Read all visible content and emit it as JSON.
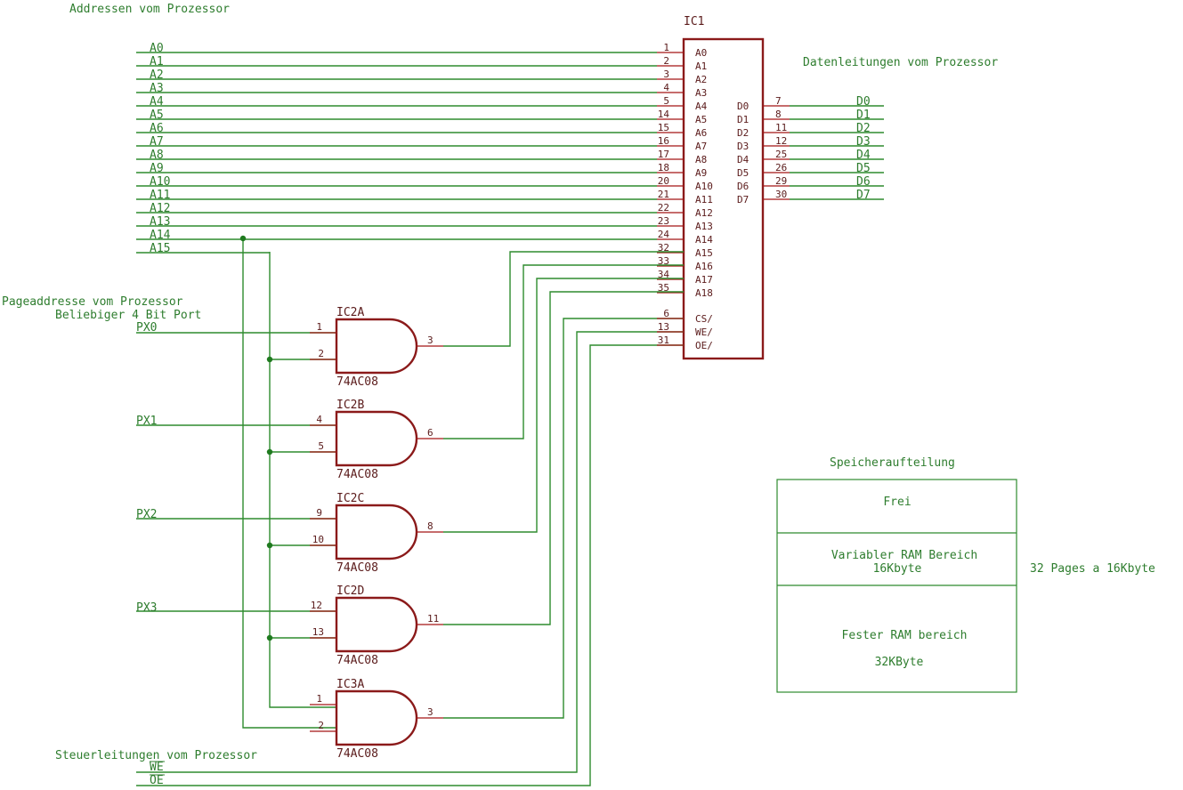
{
  "headings": {
    "addresses": "Addressen vom Prozessor",
    "data_lines": "Datenleitungen vom Prozessor",
    "page_address": "Pageaddresse vom Prozessor",
    "page_port": "Beliebiger 4 Bit Port",
    "control_lines": "Steuerleitungen vom Prozessor"
  },
  "ic1": {
    "name": "IC1",
    "address_pins": [
      {
        "pin": "1",
        "label": "A0"
      },
      {
        "pin": "2",
        "label": "A1"
      },
      {
        "pin": "3",
        "label": "A2"
      },
      {
        "pin": "4",
        "label": "A3"
      },
      {
        "pin": "5",
        "label": "A4"
      },
      {
        "pin": "14",
        "label": "A5"
      },
      {
        "pin": "15",
        "label": "A6"
      },
      {
        "pin": "16",
        "label": "A7"
      },
      {
        "pin": "17",
        "label": "A8"
      },
      {
        "pin": "18",
        "label": "A9"
      },
      {
        "pin": "20",
        "label": "A10"
      },
      {
        "pin": "21",
        "label": "A11"
      },
      {
        "pin": "22",
        "label": "A12"
      },
      {
        "pin": "23",
        "label": "A13"
      },
      {
        "pin": "24",
        "label": "A14"
      },
      {
        "pin": "32",
        "label": "A15"
      },
      {
        "pin": "33",
        "label": "A16"
      },
      {
        "pin": "34",
        "label": "A17"
      },
      {
        "pin": "35",
        "label": "A18"
      }
    ],
    "control_pins": [
      {
        "pin": "6",
        "label": "CS/"
      },
      {
        "pin": "13",
        "label": "WE/"
      },
      {
        "pin": "31",
        "label": "OE/"
      }
    ],
    "data_pins": [
      {
        "pin": "7",
        "label": "D0",
        "net": "D0"
      },
      {
        "pin": "8",
        "label": "D1",
        "net": "D1"
      },
      {
        "pin": "11",
        "label": "D2",
        "net": "D2"
      },
      {
        "pin": "12",
        "label": "D3",
        "net": "D3"
      },
      {
        "pin": "25",
        "label": "D4",
        "net": "D4"
      },
      {
        "pin": "26",
        "label": "D5",
        "net": "D5"
      },
      {
        "pin": "29",
        "label": "D6",
        "net": "D6"
      },
      {
        "pin": "30",
        "label": "D7",
        "net": "D7"
      }
    ]
  },
  "address_nets": [
    "A0",
    "A1",
    "A2",
    "A3",
    "A4",
    "A5",
    "A6",
    "A7",
    "A8",
    "A9",
    "A10",
    "A11",
    "A12",
    "A13",
    "A14",
    "A15"
  ],
  "gates": [
    {
      "name": "IC2A",
      "part": "74AC08",
      "in1": "1",
      "in2": "2",
      "out": "3"
    },
    {
      "name": "IC2B",
      "part": "74AC08",
      "in1": "4",
      "in2": "5",
      "out": "6"
    },
    {
      "name": "IC2C",
      "part": "74AC08",
      "in1": "9",
      "in2": "10",
      "out": "8"
    },
    {
      "name": "IC2D",
      "part": "74AC08",
      "in1": "12",
      "in2": "13",
      "out": "11"
    },
    {
      "name": "IC3A",
      "part": "74AC08",
      "in1": "1",
      "in2": "2",
      "out": "3"
    }
  ],
  "page_nets": [
    "PX0",
    "PX1",
    "PX2",
    "PX3"
  ],
  "control_nets": [
    "WE",
    "OE"
  ],
  "memory_map": {
    "title": "Speicheraufteilung",
    "free": "Frei",
    "variable_line1": "Variabler RAM Bereich",
    "variable_line2": "16Kbyte",
    "pages_note": "32 Pages a 16Kbyte",
    "fixed_line1": "Fester RAM bereich",
    "fixed_line2": "32KByte"
  },
  "colors": {
    "wire": "#2e8b2e",
    "text": "#2e7d2e",
    "component": "#8b1a1a",
    "pin": "#a31515",
    "junction": "#1f7a1f"
  }
}
